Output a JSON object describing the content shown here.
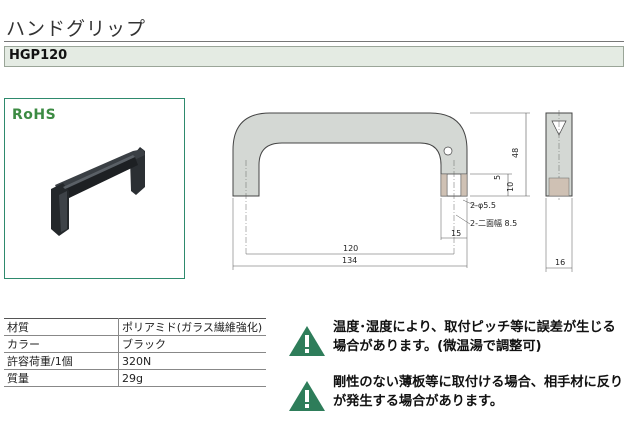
{
  "header": {
    "title": "ハンドグリップ",
    "model": "HGP120"
  },
  "photo": {
    "badge": "RoHS"
  },
  "drawing": {
    "dims": {
      "height_48": "48",
      "len_120": "120",
      "len_134": "134",
      "d5": "5",
      "d10": "10",
      "hole": "2-φ5.5",
      "across": "2-二面幅 8.5",
      "d15": "15",
      "width_16": "16"
    }
  },
  "specs": [
    {
      "label": "材質",
      "value": "ポリアミド(ガラス繊維強化)"
    },
    {
      "label": "カラー",
      "value": "ブラック"
    },
    {
      "label": "許容荷重/1個",
      "value": "320N"
    },
    {
      "label": "質量",
      "value": "29g"
    }
  ],
  "notes": [
    {
      "text": "温度･湿度により、取付ピッチ等に誤差が生じる場合があります。(微温湯で調整可)"
    },
    {
      "text": "剛性のない薄板等に取付ける場合、相手材に反りが発生する場合があります。"
    }
  ],
  "colors": {
    "accent_green": "#2e8a6d",
    "rohs_green": "#3c8b43",
    "model_bar": "#e4ebe3",
    "drawing_fill": "#d4d8d4",
    "warning_icon": "#2e7d5a"
  }
}
